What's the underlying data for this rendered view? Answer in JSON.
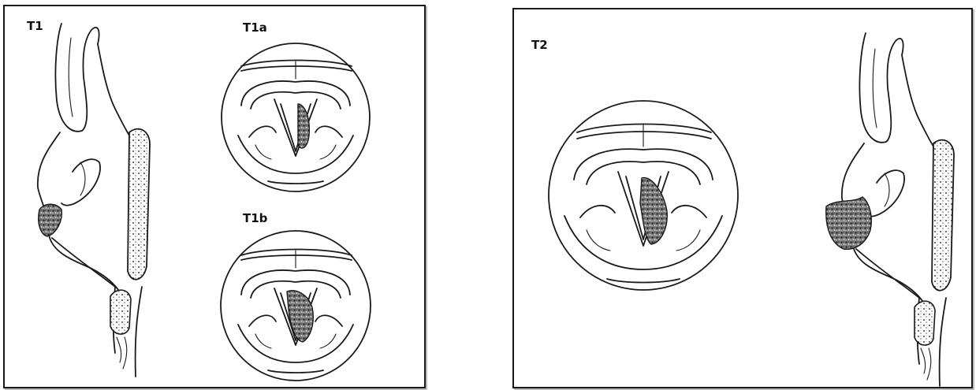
{
  "panels": [
    {
      "label": "T1",
      "inset_labels": [
        "T1a",
        "T1b"
      ]
    },
    {
      "label": "T2",
      "inset_labels": []
    }
  ]
}
